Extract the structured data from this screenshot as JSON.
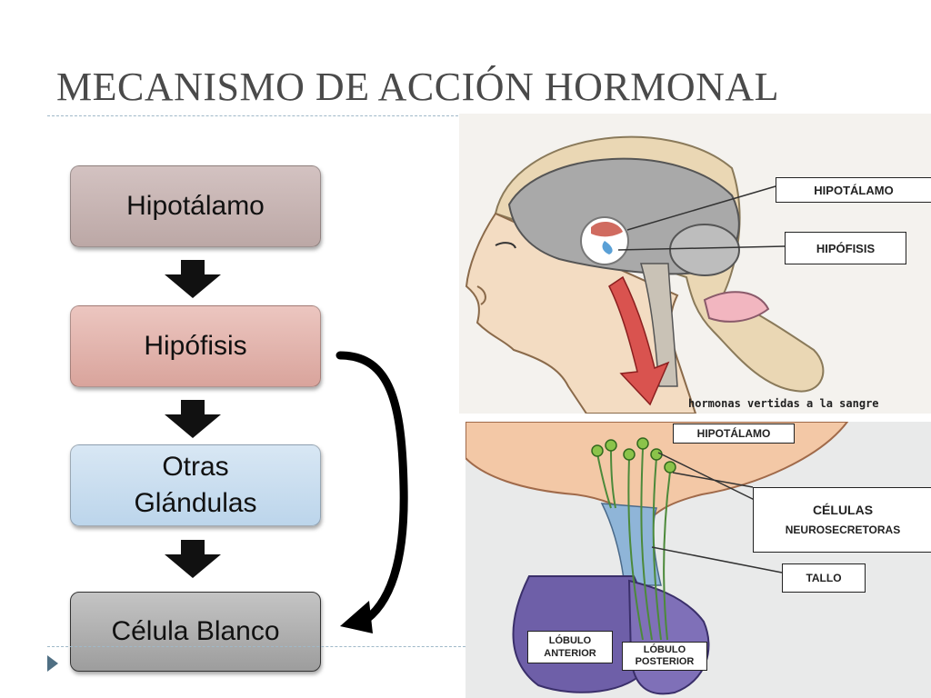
{
  "slide": {
    "title": "MECANISMO DE ACCIÓN HORMONAL"
  },
  "flow": {
    "step1": "Hipotálamo",
    "step2": "Hipófisis",
    "step3_line1": "Otras",
    "step3_line2": "Glándulas",
    "step4": "Célula Blanco"
  },
  "head_figure": {
    "label_hypothalamus": "HIPOTÁLAMO",
    "label_pituitary": "HIPÓFISIS",
    "caption": "hormonas vertidas a la sangre"
  },
  "pituitary_figure": {
    "label_hypothalamus": "HIPOTÁLAMO",
    "label_cells_line1": "CÉLULAS",
    "label_cells_line2": "NEUROSECRETORAS",
    "label_stalk": "TALLO",
    "label_anterior_line1": "LÓBULO",
    "label_anterior_line2": "ANTERIOR",
    "label_posterior_line1": "LÓBULO",
    "label_posterior_line2": "POSTERIOR"
  },
  "colors": {
    "title": "#4a4a4a",
    "box_hypothalamus": "#c9b6b4",
    "box_pituitary": "#e3b5ae",
    "box_glands": "#c9def0",
    "box_target": "#b0b0b0"
  }
}
